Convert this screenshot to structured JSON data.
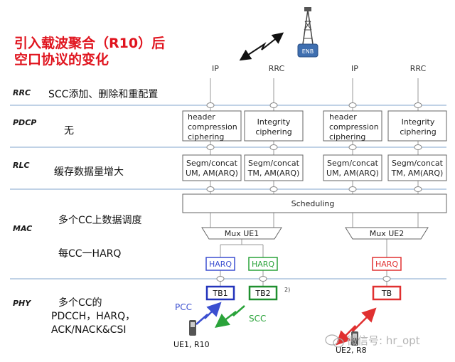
{
  "title": {
    "line1": "引入载波聚合（R10）后",
    "line2": "空口协议的变化"
  },
  "enb_label": "ENB",
  "columns": [
    "IP",
    "RRC",
    "IP",
    "RRC"
  ],
  "layers": [
    {
      "name": "RRC",
      "desc": "SCC添加、删除和重配置"
    },
    {
      "name": "PDCP",
      "desc": "无"
    },
    {
      "name": "RLC",
      "desc": "缓存数据量增大"
    },
    {
      "name": "MAC",
      "desc": "多个CC上数据调度",
      "desc2": "每CC一HARQ"
    },
    {
      "name": "PHY",
      "desc": "多个CC的",
      "desc2": "PDCCH，HARQ，",
      "desc3": "ACK/NACK&CSI"
    }
  ],
  "pdcp_boxes": [
    {
      "l1": "header",
      "l2": "compression",
      "l3": "ciphering"
    },
    {
      "l1": "Integrity",
      "l2": "ciphering"
    },
    {
      "l1": "header",
      "l2": "compression",
      "l3": "ciphering"
    },
    {
      "l1": "Integrity",
      "l2": "ciphering"
    }
  ],
  "rlc_boxes": [
    {
      "l1": "Segm/concat",
      "l2": "UM, AM(ARQ)"
    },
    {
      "l1": "Segm/concat",
      "l2": "TM, AM(ARQ)"
    },
    {
      "l1": "Segm/concat",
      "l2": "UM, AM(ARQ)"
    },
    {
      "l1": "Segm/concat",
      "l2": "TM, AM(ARQ)"
    }
  ],
  "scheduling": "Scheduling",
  "mux": [
    "Mux UE1",
    "Mux UE2"
  ],
  "harq": [
    "HARQ",
    "HARQ",
    "HARQ"
  ],
  "tb": [
    "TB1",
    "TB2",
    "TB"
  ],
  "footnote": "2)",
  "pcc": "PCC",
  "scc": "SCC",
  "ue1": "UE1, R10",
  "ue2": "UE2, R8",
  "watermark": "微信号: hr_opt",
  "colors": {
    "title": "#e0141e",
    "harq1": "#3b4fd0",
    "harq2": "#2aa33a",
    "harq3": "#e03030",
    "separator": "#9bb6d6"
  }
}
